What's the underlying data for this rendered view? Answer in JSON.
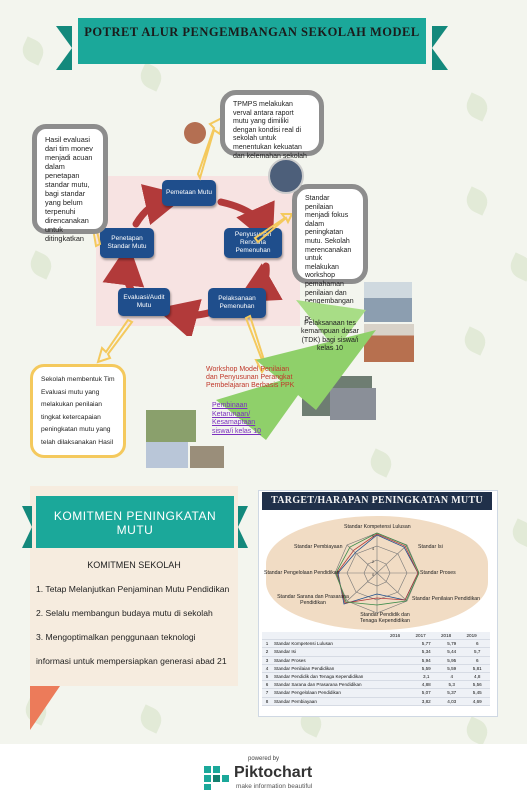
{
  "header": {
    "title": "POTRET ALUR PENGEMBANGAN SEKOLAH MODEL"
  },
  "cycle": {
    "nodes": {
      "pemetaan": "Pemetaan Mutu",
      "penyusunan": "Penyusunan Rencana Pemenuhan",
      "pelaksanaan": "Pelaksanaan Pemenuhan",
      "evaluasi": "Evaluasi/Audit Mutu",
      "penetapan": "Penetapan Standar Mutu"
    }
  },
  "notes": {
    "tpmps": "TPMPS melakukan verval antara raport mutu yang dimiliki dengan kondisi real di sekolah untuk menentukan kekuatan dan kelemahan sekolah",
    "hasil_evaluasi": "Hasil evaluasi dari tim monev menjadi acuan dalam penetapan standar mutu, bagi standar yang belum terpenuhi direncanakan untuk ditingkatkan",
    "standar_penilaian": "Standar penilaian menjadi fokus dalam peningkatan mutu. Sekolah merencanakan untuk melakukan workshop pemahaman penilaian dan pengembangan instrumen penilaian",
    "tim_evaluasi": "Sekolah membentuk Tim Evaluasi mutu yang melakukan penilaian tingkat ketercapaian peningkatan mutu yang telah dilaksanakan Hasil",
    "tes_kemampuan": "Pelaksanaan tes kemampuan dasar (TDK) bagi siswa/i kelas 10",
    "workshop": "Workshop Model Penilaian dan Penyusunan Perangkat Pembelajaran Berbasis PPK",
    "pembinaan": "Pembinaan Ketarunaan/ Kesamaptaan siswa/i kelas 10"
  },
  "komitmen": {
    "banner": "KOMITMEN PENINGKATAN MUTU",
    "heading": "KOMITMEN SEKOLAH",
    "items": [
      "1. Tetap Melanjutkan Penjaminan Mutu Pendidikan",
      "2. Selalu membangun budaya mutu di sekolah",
      "3. Mengoptimalkan penggunaan teknologi",
      "informasi untuk mempersiapkan generasi abad 21"
    ]
  },
  "target": {
    "title": "TARGET/HARAPAN PENINGKATAN MUTU",
    "radar_labels": [
      "Standar Kompetensi Lulusan",
      "Standar Isi",
      "Standar Proses",
      "Standar Penilaian Pendidikan",
      "Standar Pendidik dan Tenaga Kependidikan",
      "Standar Sarana dan Prasarana Pendidikan",
      "Standar Pengelolaan Pendidikan",
      "Standar Pembiayaan"
    ],
    "radar_ticks": [
      "6",
      "4",
      "2",
      "0"
    ],
    "table": {
      "headers": [
        "",
        "",
        "2016",
        "2017",
        "2018",
        "2019"
      ],
      "rows": [
        [
          "1",
          "Standar Kompetensi Lulusan",
          "",
          "5,77",
          "5,79",
          "6"
        ],
        [
          "2",
          "Standar Isi",
          "",
          "5,34",
          "5,44",
          "5,7"
        ],
        [
          "3",
          "Standar Proses",
          "",
          "5,94",
          "5,95",
          "6"
        ],
        [
          "4",
          "Standar Penilaian Pendidikan",
          "",
          "5,59",
          "5,59",
          "5,81"
        ],
        [
          "5",
          "Standar Pendidik dan Tenaga Kependidikan",
          "",
          "3,1",
          "4",
          "4,8"
        ],
        [
          "6",
          "Standar Sarana dan Prasarana Pendidikan",
          "",
          "4,88",
          "5,3",
          "5,56"
        ],
        [
          "7",
          "Standar Pengelolaan Pendidikan",
          "",
          "5,07",
          "5,37",
          "5,45"
        ],
        [
          "8",
          "Standar Pembiayaan",
          "",
          "3,82",
          "4,03",
          "4,69"
        ]
      ]
    }
  },
  "footer": {
    "powered_by": "powered by",
    "brand": "Piktochart",
    "tagline": "make information beautiful"
  },
  "colors": {
    "teal": "#1ba89a",
    "navy": "#1f4e8c",
    "cycle_arrow": "#b23a3a",
    "accent_yellow": "#f4c95d",
    "green": "#8fd06a",
    "workshop_red": "#c0392b",
    "pembinaan_purple": "#7b2fbf"
  }
}
